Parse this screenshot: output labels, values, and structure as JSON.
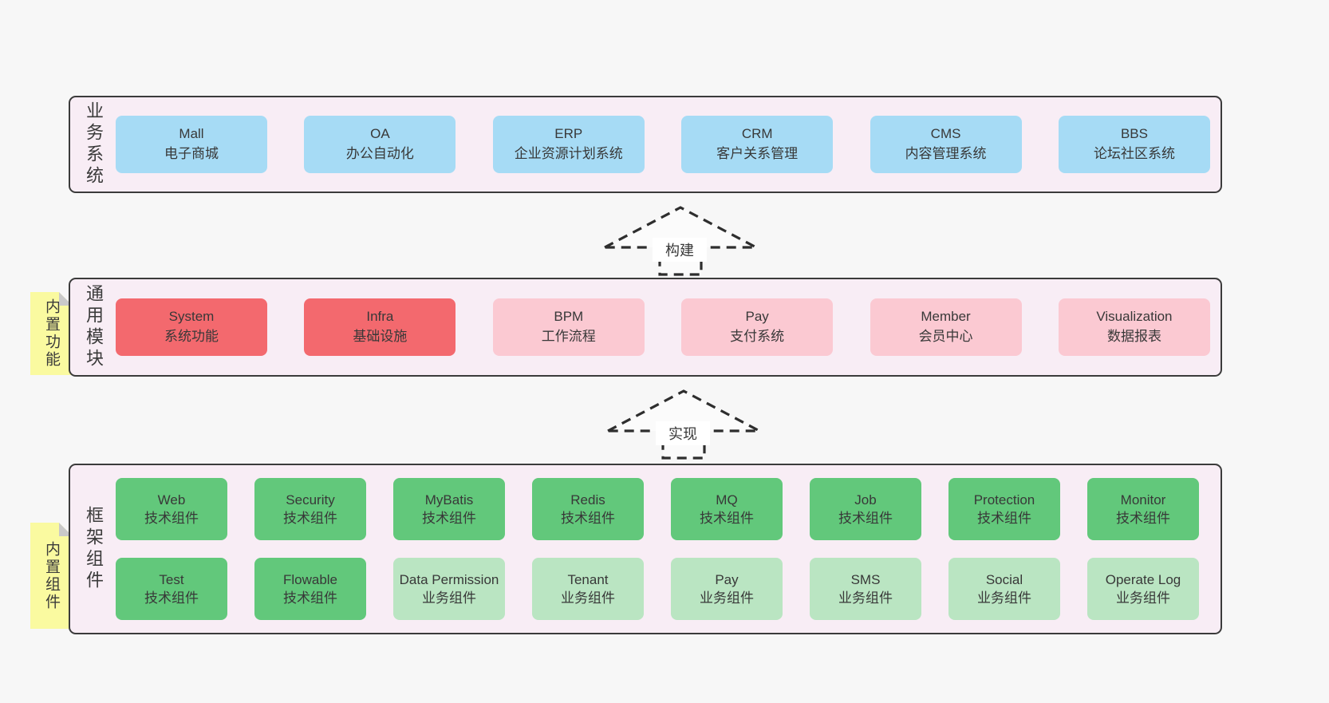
{
  "colors": {
    "page_bg": "#f7f7f7",
    "layer_bg": "#f8edf5",
    "layer_border": "#3b3b3b",
    "blue": "#a6dbf5",
    "red": "#f3696e",
    "pink": "#fbc9d2",
    "green": "#62c87b",
    "greenLight": "#bae5c2",
    "note_yellow": "#fafaa0",
    "note_fold": "#c9c9c9",
    "text": "#383838",
    "arrow_stroke": "#2e2e2e"
  },
  "arrows": [
    {
      "label": "构建"
    },
    {
      "label": "实现"
    }
  ],
  "layers": [
    {
      "label": "业务系统",
      "rows": [
        [
          {
            "title": "Mall",
            "subtitle": "电子商城",
            "color": "blue"
          },
          {
            "title": "OA",
            "subtitle": "办公自动化",
            "color": "blue"
          },
          {
            "title": "ERP",
            "subtitle": "企业资源计划系统",
            "color": "blue"
          },
          {
            "title": "CRM",
            "subtitle": "客户关系管理",
            "color": "blue"
          },
          {
            "title": "CMS",
            "subtitle": "内容管理系统",
            "color": "blue"
          },
          {
            "title": "BBS",
            "subtitle": "论坛社区系统",
            "color": "blue"
          }
        ]
      ]
    },
    {
      "label": "通用模块",
      "note": "内置功能",
      "rows": [
        [
          {
            "title": "System",
            "subtitle": "系统功能",
            "color": "red"
          },
          {
            "title": "Infra",
            "subtitle": "基础设施",
            "color": "red"
          },
          {
            "title": "BPM",
            "subtitle": "工作流程",
            "color": "pink"
          },
          {
            "title": "Pay",
            "subtitle": "支付系统",
            "color": "pink"
          },
          {
            "title": "Member",
            "subtitle": "会员中心",
            "color": "pink"
          },
          {
            "title": "Visualization",
            "subtitle": "数据报表",
            "color": "pink"
          }
        ]
      ]
    },
    {
      "label": "框架组件",
      "note": "内置组件",
      "rows": [
        [
          {
            "title": "Web",
            "subtitle": "技术组件",
            "color": "green"
          },
          {
            "title": "Security",
            "subtitle": "技术组件",
            "color": "green"
          },
          {
            "title": "MyBatis",
            "subtitle": "技术组件",
            "color": "green"
          },
          {
            "title": "Redis",
            "subtitle": "技术组件",
            "color": "green"
          },
          {
            "title": "MQ",
            "subtitle": "技术组件",
            "color": "green"
          },
          {
            "title": "Job",
            "subtitle": "技术组件",
            "color": "green"
          },
          {
            "title": "Protection",
            "subtitle": "技术组件",
            "color": "green"
          },
          {
            "title": "Monitor",
            "subtitle": "技术组件",
            "color": "green"
          }
        ],
        [
          {
            "title": "Test",
            "subtitle": "技术组件",
            "color": "green"
          },
          {
            "title": "Flowable",
            "subtitle": "技术组件",
            "color": "green"
          },
          {
            "title": "Data Permission",
            "subtitle": "业务组件",
            "color": "greenLight"
          },
          {
            "title": "Tenant",
            "subtitle": "业务组件",
            "color": "greenLight"
          },
          {
            "title": "Pay",
            "subtitle": "业务组件",
            "color": "greenLight"
          },
          {
            "title": "SMS",
            "subtitle": "业务组件",
            "color": "greenLight"
          },
          {
            "title": "Social",
            "subtitle": "业务组件",
            "color": "greenLight"
          },
          {
            "title": "Operate Log",
            "subtitle": "业务组件",
            "color": "greenLight"
          }
        ]
      ]
    }
  ]
}
